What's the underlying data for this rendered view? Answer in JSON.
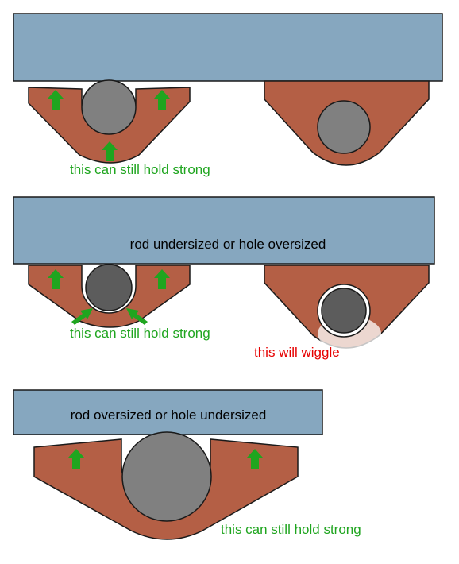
{
  "colors": {
    "bar": "#86a7bf",
    "bracket": "#b45f45",
    "rod": "#808080",
    "rod_dark": "#5c5c5c",
    "arrow": "#1fa51f",
    "good_text": "#1fa51f",
    "bad_text": "#e60000",
    "outline": "#1a1a1a"
  },
  "panels": [
    {
      "bar_label": "",
      "left_caption": "this can still hold strong",
      "right_caption": ""
    },
    {
      "bar_label": "rod undersized or hole oversized",
      "left_caption": "this can still hold strong",
      "right_caption": "this will wiggle"
    },
    {
      "bar_label": "rod oversized or hole undersized",
      "left_caption": "this can still hold strong",
      "right_caption": ""
    }
  ],
  "icons": [
    "arrow-up-icon",
    "arrow-diagonal-icon"
  ]
}
